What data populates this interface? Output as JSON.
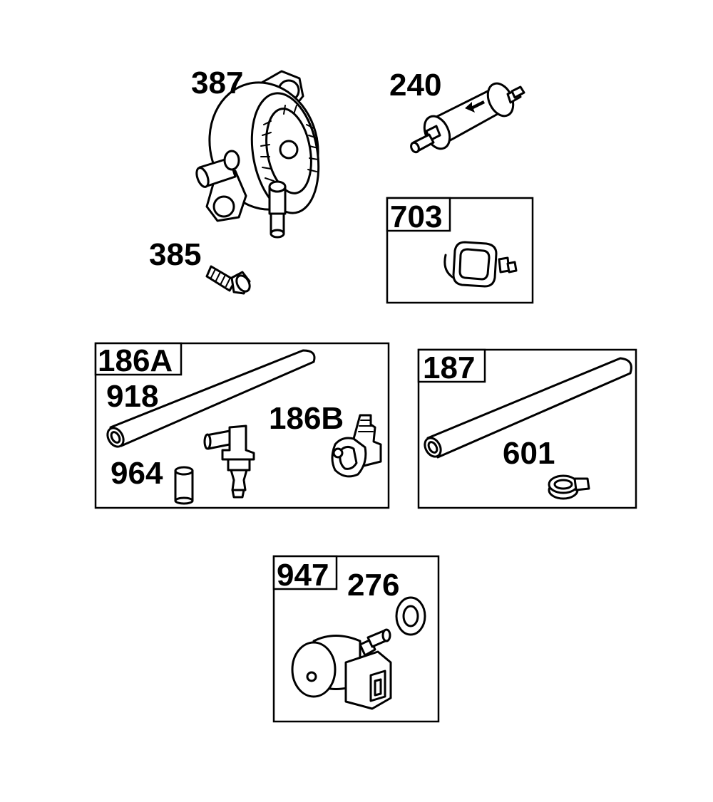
{
  "parts": {
    "p387": "387",
    "p240": "240",
    "p385": "385",
    "p703": "703",
    "p186a": "186A",
    "p918": "918",
    "p186b": "186B",
    "p964": "964",
    "p187": "187",
    "p601": "601",
    "p947": "947",
    "p276": "276"
  }
}
